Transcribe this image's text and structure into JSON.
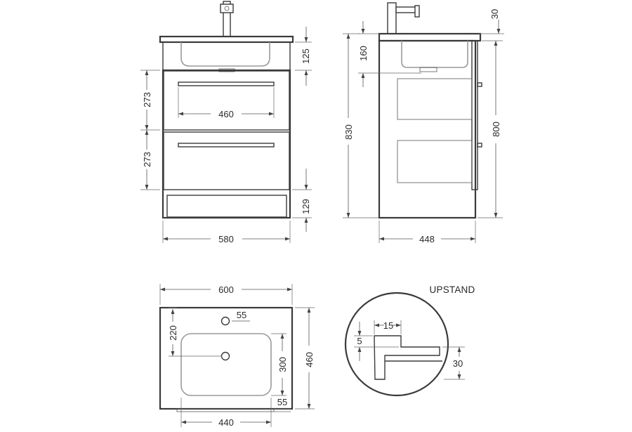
{
  "front_view": {
    "dims": {
      "height_basin": "125",
      "height_drawer_top": "273",
      "height_drawer_bottom": "273",
      "height_plinth": "129",
      "handle_width": "460",
      "width": "580"
    }
  },
  "side_view": {
    "dims": {
      "tap_clearance": "30",
      "basin_depth": "160",
      "total_height": "830",
      "cabinet_height": "800",
      "depth": "448"
    }
  },
  "top_view": {
    "dims": {
      "width": "600",
      "tap_offset": "55",
      "tap_to_bowl": "220",
      "bowl_depth": "300",
      "total_depth": "460",
      "rear_offset": "55",
      "bowl_width": "440"
    }
  },
  "upstand_detail": {
    "title": "UPSTAND",
    "dims": {
      "width": "15",
      "lip": "5",
      "height": "30"
    }
  },
  "colors": {
    "line": "#3a3a3a",
    "basin_outline": "#9a9a9a",
    "background": "#ffffff"
  }
}
